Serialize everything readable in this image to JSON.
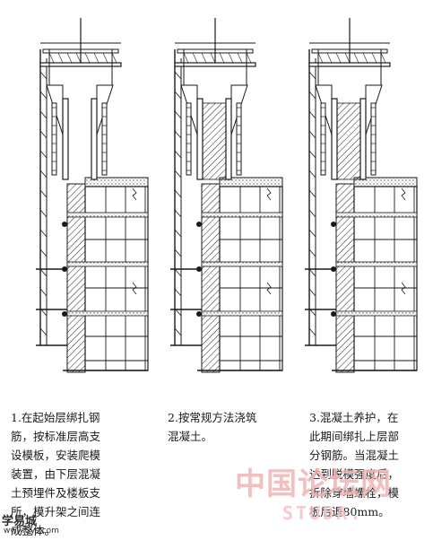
{
  "panels": [
    {
      "id": "panel-1",
      "caption": "1.在起始层绑扎钢\n筋，按标准层高支\n设模板，安装爬模\n装置，由下层混凝\n土预埋件及楼板支\n所，模升架之间连\n成整体。"
    },
    {
      "id": "panel-2",
      "caption": "2.按常规方法浇筑\n混凝土。"
    },
    {
      "id": "panel-3",
      "caption": "3.混凝土养护，在\n此期间绑扎上层部\n分钢筋。当混凝土\n达到脱模强度后，\n拆除穿墙螺栓，模\n板后退80mm。"
    }
  ],
  "watermarks": {
    "main": "中国论坛网",
    "url": "STUDA.",
    "left": "学易城",
    "left_url": "www.Sys.com"
  },
  "colors": {
    "line": "#1a1a1a",
    "watermark": "#f1b3b3"
  }
}
